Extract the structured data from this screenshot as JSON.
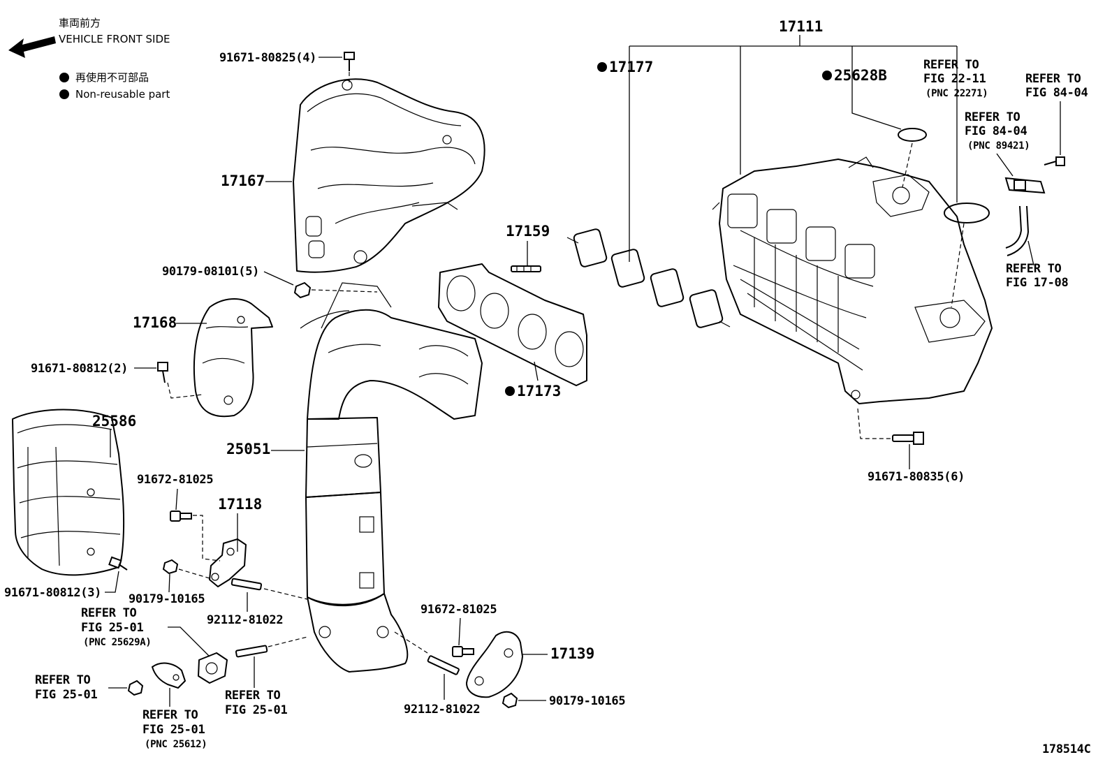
{
  "header": {
    "front_jp": "車両前方",
    "front_en": "VEHICLE FRONT SIDE",
    "legend_jp": "再使用不可部品",
    "legend_en": "Non-reusable part"
  },
  "figure_id": "178514C",
  "labels": {
    "p17111": "17111",
    "p17177": "17177",
    "p25628B": "25628B",
    "p17167": "17167",
    "p17168": "17168",
    "p17159": "17159",
    "p17173": "17173",
    "p25586": "25586",
    "p25051": "25051",
    "p17118": "17118",
    "p17139": "17139",
    "b91671_80825": "91671-80825(4)",
    "b90179_08101": "90179-08101(5)",
    "b91671_80812_2": "91671-80812(2)",
    "b91671_80812_3": "91671-80812(3)",
    "b91672_81025_a": "91672-81025",
    "b90179_10165_a": "90179-10165",
    "b92112_81022_a": "92112-81022",
    "b91672_81025_b": "91672-81025",
    "b92112_81022_b": "92112-81022",
    "b90179_10165_b": "90179-10165",
    "b91671_80835": "91671-80835(6)"
  },
  "refs": {
    "r22_11": [
      "REFER TO",
      "FIG 22-11",
      "(PNC 22271)"
    ],
    "r84_04_top": [
      "REFER TO",
      "FIG 84-04"
    ],
    "r84_04_pnc": [
      "REFER TO",
      "FIG 84-04",
      "(PNC 89421)"
    ],
    "r17_08": [
      "REFER TO",
      "FIG 17-08"
    ],
    "r25_01_pnc_a": [
      "REFER TO",
      "FIG 25-01",
      "(PNC 25629A)"
    ],
    "r25_01_left": [
      "REFER TO",
      "FIG 25-01"
    ],
    "r25_01_pnc_b": [
      "REFER TO",
      "FIG 25-01",
      "(PNC 25612)"
    ],
    "r25_01_mid": [
      "REFER TO",
      "FIG 25-01"
    ]
  }
}
